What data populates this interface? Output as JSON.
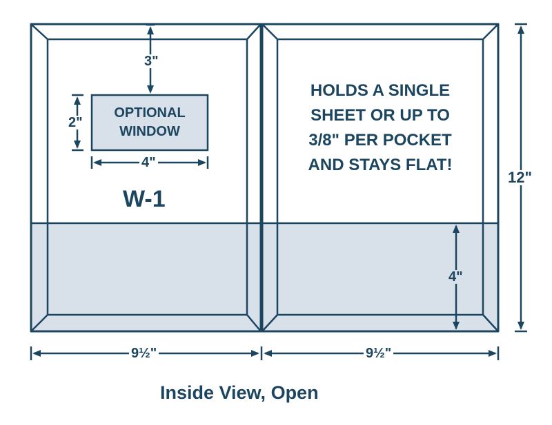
{
  "window": {
    "line1": "OPTIONAL",
    "line2": "WINDOW",
    "width_label": "4\"",
    "height_label": "2\"",
    "top_offset_label": "3\""
  },
  "model": "W-1",
  "promo": [
    "HOLDS A SINGLE",
    "SHEET OR UP TO",
    "3/8\" PER POCKET",
    "AND STAYS FLAT!"
  ],
  "dimensions": {
    "left_width": "9½\"",
    "right_width": "9½\"",
    "height": "12\"",
    "pocket_height": "4\""
  },
  "caption": "Inside View, Open",
  "colors": {
    "outline": "#1c4560",
    "panel_fill": "#d8e0ea",
    "background": "#ffffff"
  }
}
